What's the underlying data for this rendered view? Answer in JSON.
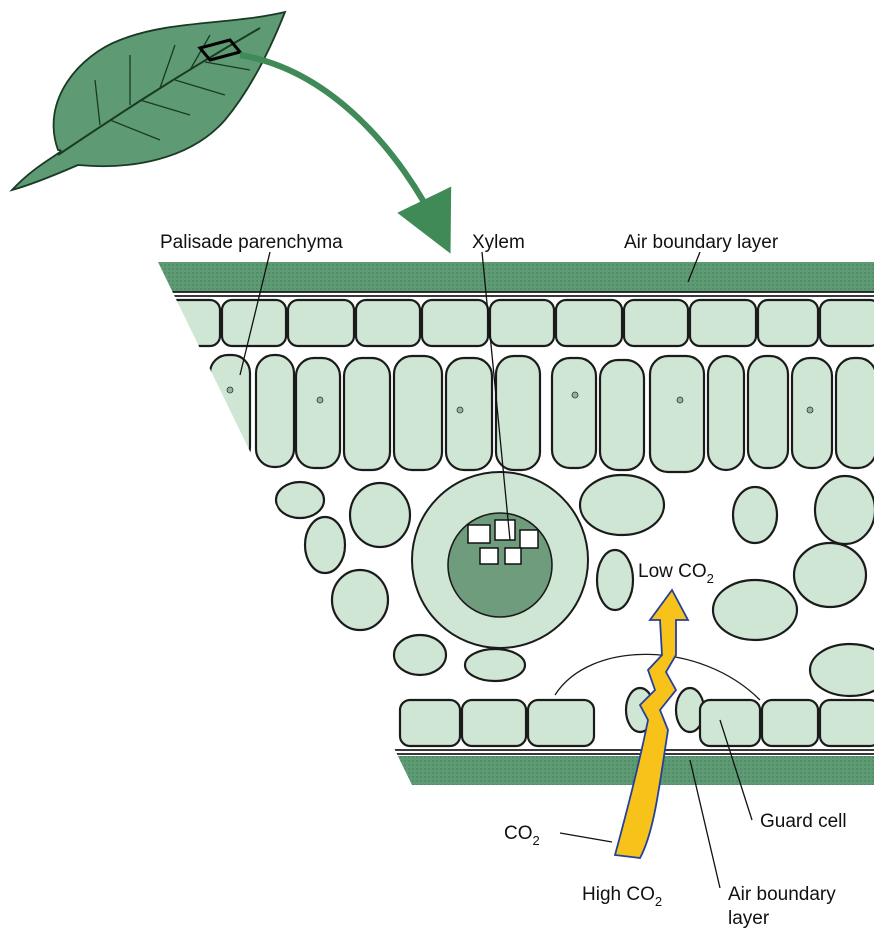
{
  "labels": {
    "palisade": "Palisade parenchyma",
    "xylem": "Xylem",
    "air_boundary_top": "Air boundary layer",
    "low_co2": "Low CO",
    "low_co2_sub": "2",
    "co2": "CO",
    "co2_sub": "2",
    "guard_cell": "Guard cell",
    "high_co2": "High CO",
    "high_co2_sub": "2",
    "air_boundary_bottom_1": "Air boundary",
    "air_boundary_bottom_2": "layer"
  },
  "colors": {
    "tissue_green": "#5e9a73",
    "cell_fill": "#cfe6d4",
    "leaf_green": "#4f8a60",
    "arrow_green": "#3f8a57",
    "co2_arrow": "#f7c21a",
    "co2_arrow_outline": "#2340a0"
  },
  "icons": {
    "leaf": "leaf-icon",
    "arrow": "curved-arrow-icon"
  }
}
